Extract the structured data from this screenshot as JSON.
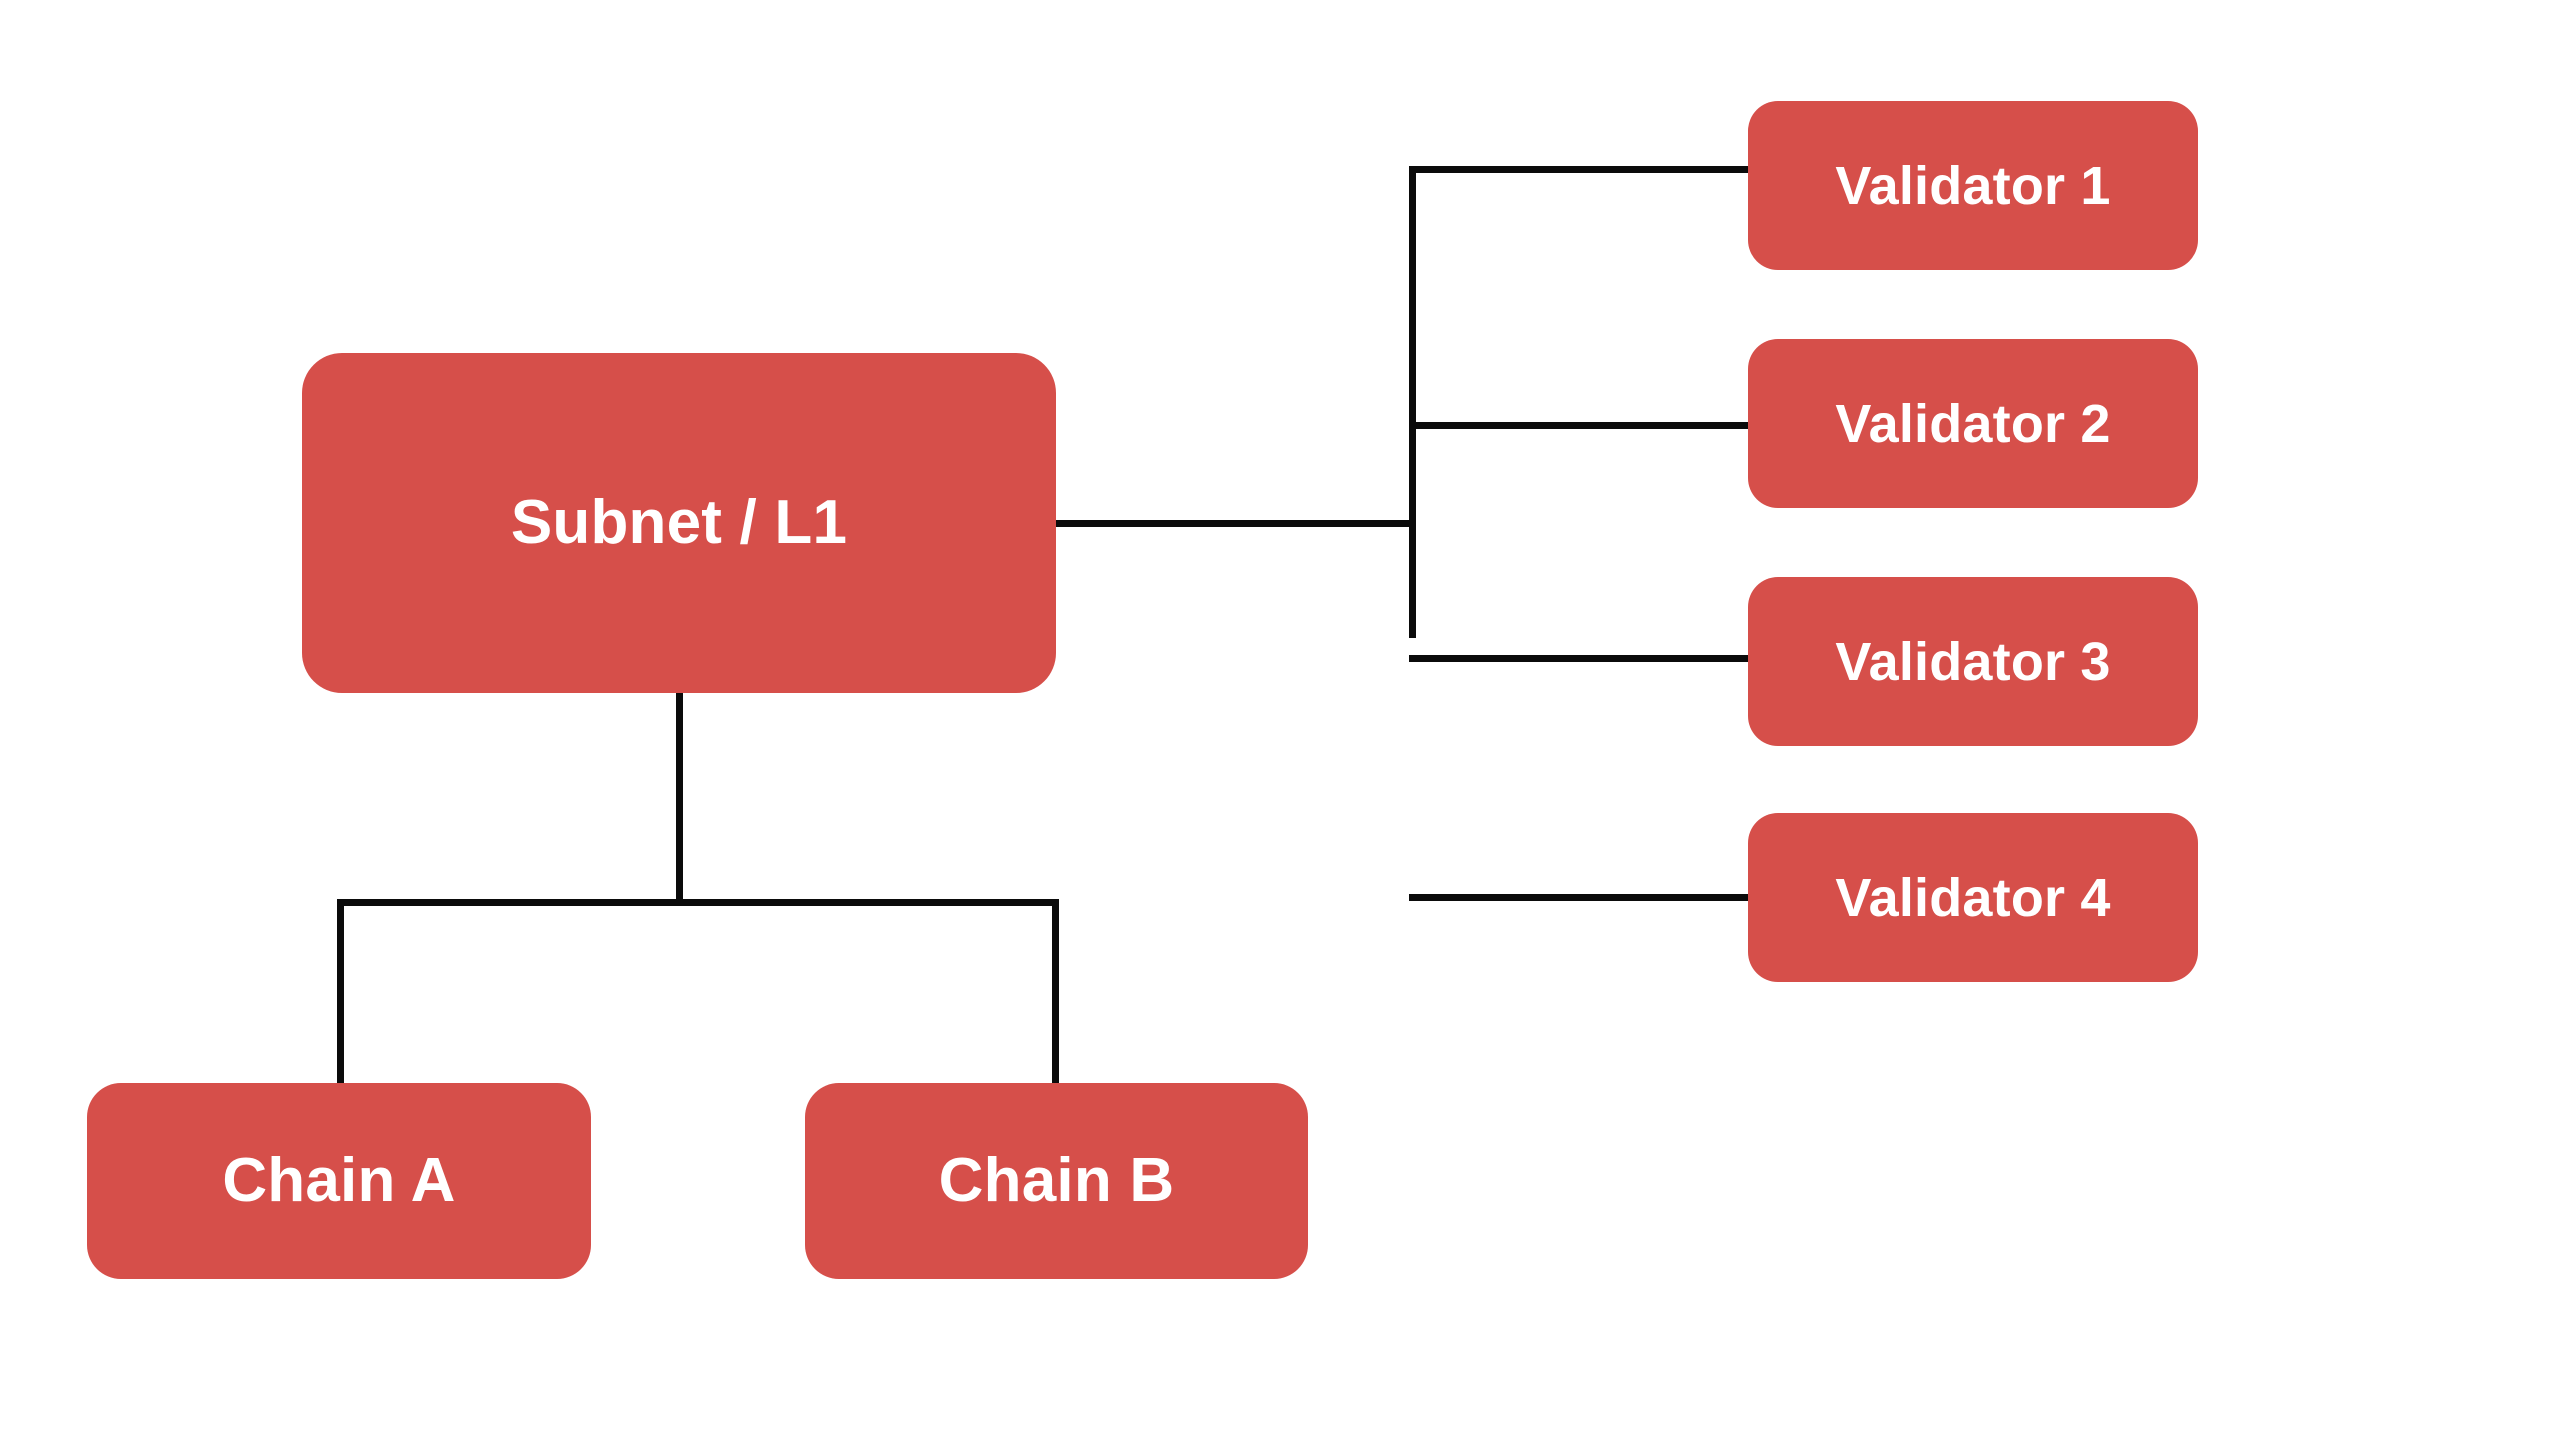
{
  "diagram": {
    "type": "tree",
    "background_color": "#ffffff",
    "node_color": "#d64f4a",
    "node_text_color": "#ffffff",
    "edge_color": "#0b0b0b",
    "root": {
      "id": "subnet-l1",
      "label": "Subnet / L1"
    },
    "validators": [
      {
        "id": "validator-1",
        "label": "Validator 1"
      },
      {
        "id": "validator-2",
        "label": "Validator 2"
      },
      {
        "id": "validator-3",
        "label": "Validator 3"
      },
      {
        "id": "validator-4",
        "label": "Validator 4"
      }
    ],
    "chains": [
      {
        "id": "chain-a",
        "label": "Chain A"
      },
      {
        "id": "chain-b",
        "label": "Chain B"
      }
    ],
    "edges": [
      {
        "from": "subnet-l1",
        "to": "validator-1"
      },
      {
        "from": "subnet-l1",
        "to": "validator-2"
      },
      {
        "from": "subnet-l1",
        "to": "validator-3"
      },
      {
        "from": "subnet-l1",
        "to": "validator-4"
      },
      {
        "from": "subnet-l1",
        "to": "chain-a"
      },
      {
        "from": "subnet-l1",
        "to": "chain-b"
      }
    ]
  }
}
